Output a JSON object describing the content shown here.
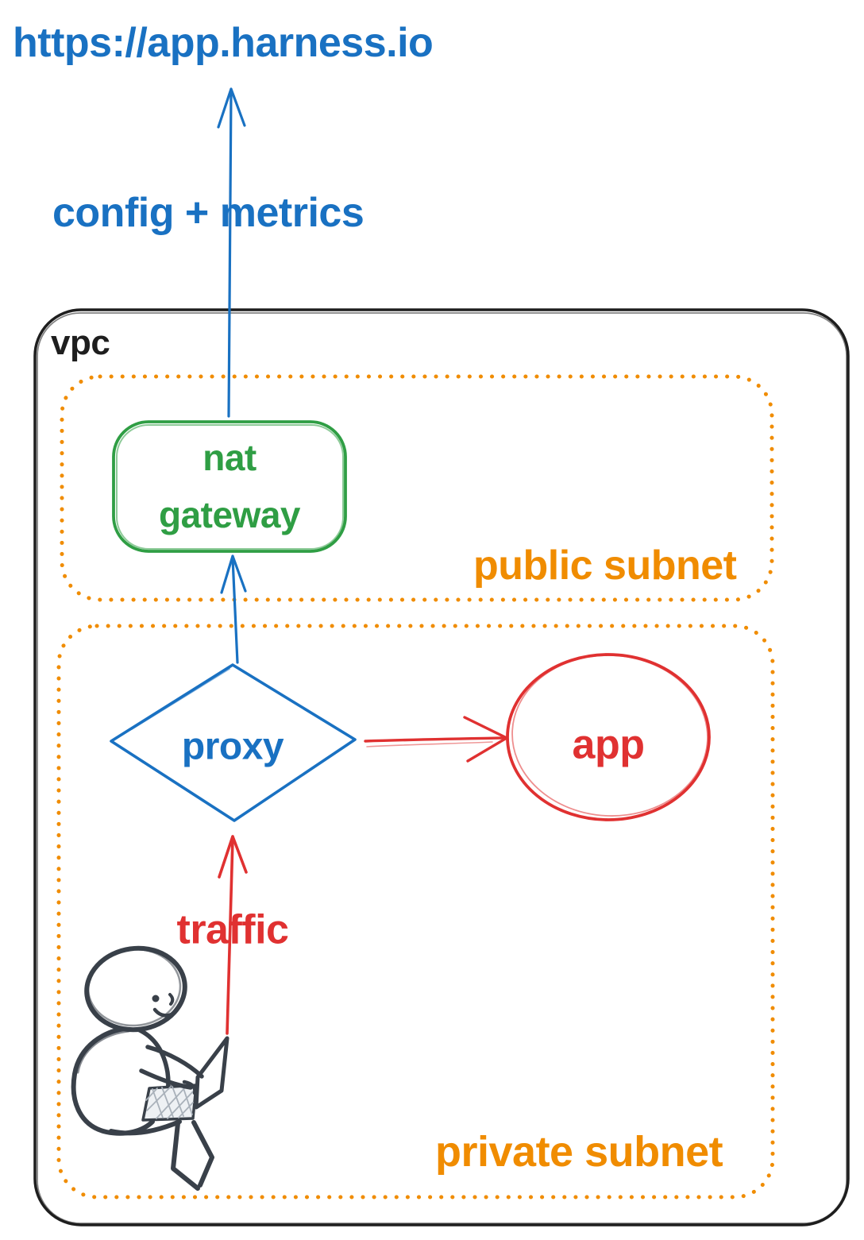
{
  "diagram": {
    "external_url": "https://app.harness.io",
    "config_metrics_arrow_label": "config + metrics",
    "vpc": {
      "label": "vpc",
      "public_subnet": {
        "label": "public subnet",
        "nat_gateway_label": "nat gateway"
      },
      "private_subnet": {
        "label": "private subnet",
        "proxy_label": "proxy",
        "app_label": "app",
        "traffic_arrow_label": "traffic"
      }
    }
  },
  "colors": {
    "blue": "#1971c2",
    "green": "#2f9e44",
    "red": "#e03131",
    "orange": "#f08c00",
    "ink": "#1e1e1e",
    "figure": "#394049",
    "laptop_fill": "#eef1f4",
    "hatch": "#a9b1ba",
    "background": "#ffffff"
  }
}
